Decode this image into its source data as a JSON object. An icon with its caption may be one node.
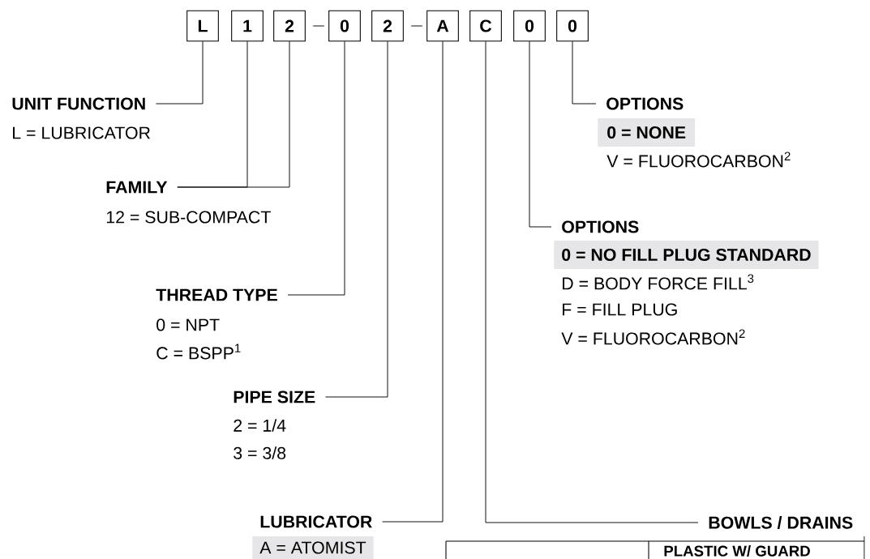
{
  "diagram": {
    "nodes": [
      {
        "text": [
          "L"
        ]
      },
      {
        "text": [
          "1"
        ]
      },
      {
        "text": [
          "2"
        ]
      },
      {
        "text": [
          "0"
        ]
      },
      {
        "text": [
          "2"
        ]
      },
      {
        "text": [
          "A"
        ]
      },
      {
        "text": [
          "C"
        ]
      },
      {
        "text": [
          "0"
        ]
      },
      {
        "text": [
          "0"
        ]
      },
      {
        "text": [
          "UNIT FUNCTION"
        ]
      },
      {
        "text": [
          "OPTIONS"
        ]
      },
      {
        "text": [
          "0 = NONE"
        ]
      },
      {
        "text": [
          "FAMILY"
        ]
      },
      {
        "text": [
          "OPTIONS"
        ]
      },
      {
        "text": [
          "0 = NO FILL PLUG STANDARD"
        ]
      },
      {
        "text": [
          "THREAD TYPE"
        ]
      },
      {
        "text": [
          "PIPE SIZE"
        ]
      },
      {
        "text": [
          "LUBRICATOR"
        ]
      },
      {
        "text": [
          "BOWLS / DRAINS"
        ]
      },
      {
        "text": [
          "A = ATOMIST"
        ]
      }
    ],
    "edges": [
      {
        "from": 2,
        "to": 3,
        "arrow": "none"
      },
      {
        "from": 4,
        "to": 5,
        "arrow": "none"
      },
      {
        "from": 9,
        "to": 0,
        "arrow": "none"
      },
      {
        "from": 10,
        "to": 8,
        "arrow": "none"
      },
      {
        "from": 12,
        "to": 1,
        "arrow": "none"
      },
      {
        "from": 12,
        "to": 2,
        "arrow": "none"
      },
      {
        "from": 13,
        "to": 7,
        "arrow": "none"
      },
      {
        "from": 15,
        "to": 3,
        "arrow": "none"
      },
      {
        "from": 16,
        "to": 4,
        "arrow": "none"
      },
      {
        "from": 17,
        "to": 5,
        "arrow": "none"
      },
      {
        "from": 18,
        "to": 6,
        "arrow": "none"
      }
    ],
    "labels": [
      "L = LUBRICATOR",
      "V = FLUOROCARBON$^{2}$",
      "12 = SUB-COMPACT",
      "D = BODY FORCE FILL$^{3}$",
      "F = FILL PLUG",
      "0 = NPT",
      "V = FLUOROCARBON$^{2}$",
      "C = BSPP$^{1}$",
      "2 = 1/4",
      "3 = 3/8",
      "PLASTIC W/ GUARD"
    ]
  }
}
